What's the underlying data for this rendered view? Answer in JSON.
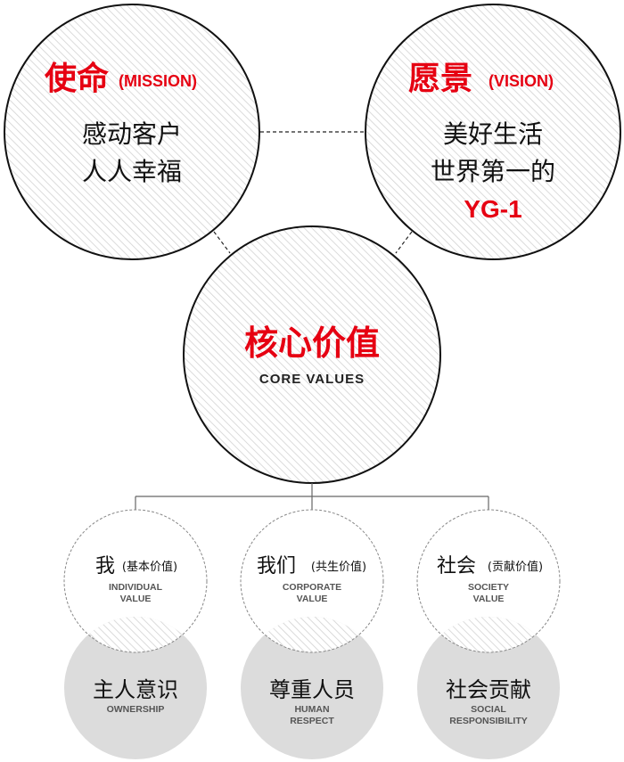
{
  "colors": {
    "accent": "#e60012",
    "text": "#1a1a1a",
    "gray_fill": "#dcdcdc",
    "hatch": "#cfcfcf"
  },
  "mission": {
    "title": "使命",
    "subtitle": "(MISSION)",
    "line1": "感动客户",
    "line2": "人人幸福"
  },
  "vision": {
    "title": "愿景",
    "subtitle": "(VISION)",
    "line1": "美好生活",
    "line2": "世界第一的",
    "line3": "YG-1"
  },
  "core": {
    "title": "核心价值",
    "subtitle": "CORE VALUES"
  },
  "values": [
    {
      "title": "我",
      "paren": "(基本价值)",
      "en1": "INDIVIDUAL",
      "en2": "VALUE",
      "sub_title": "主人意识",
      "sub_en1": "OWNERSHIP",
      "sub_en2": ""
    },
    {
      "title": "我们",
      "paren": "(共生价值)",
      "en1": "CORPORATE",
      "en2": "VALUE",
      "sub_title": "尊重人员",
      "sub_en1": "HUMAN",
      "sub_en2": "RESPECT"
    },
    {
      "title": "社会",
      "paren": "(贡献价值)",
      "en1": "SOCIETY",
      "en2": "VALUE",
      "sub_title": "社会贡献",
      "sub_en1": "SOCIAL",
      "sub_en2": "RESPONSIBILITY"
    }
  ]
}
